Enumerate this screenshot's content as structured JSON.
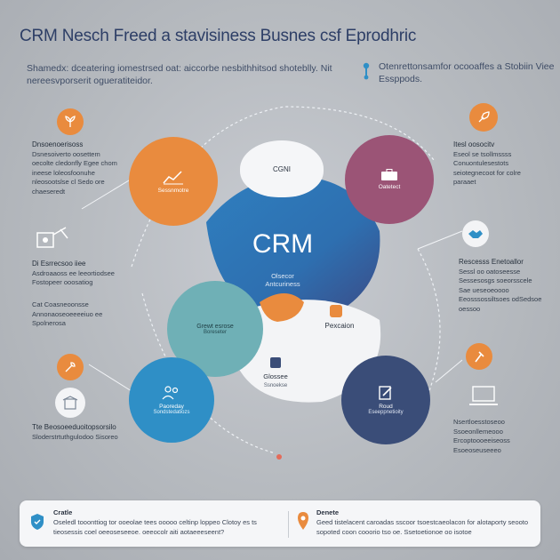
{
  "title": "CRM Nesch Freed a stavisiness Busnes csf Eprodhric",
  "intro_left": "Shamedx: dceatering iomestrsed oat: aiccorbe nesbithhitsod shoteblly. Nit nereesvporserit ogueratiteidor.",
  "intro_right": "Otenrettonsamfor ocooaffes a Stobiin Viee Essppods.",
  "center": {
    "label": "CRM",
    "sub": "Olsecor Antcuriness",
    "top_label": "CGNI",
    "right_label": "Pexcaion",
    "bottom_label": "Glossee",
    "bottom_sub": "Ssnoekse"
  },
  "circles": {
    "orange_label": "Sessnmotre",
    "purple_label": "Oatetect",
    "teal_label": "Grewt esrose",
    "teal_sub": "Boreseter",
    "blue_label": "Paoreday",
    "blue_sub": "Sondstedatiozs",
    "navy_label": "Roud",
    "navy_sub": "Eseeppnetioity"
  },
  "left_texts": {
    "t1_head": "Dnsoenoerisoss",
    "t1": "Dsnesoiverto oosettem oecolte cledonfly Egee chom ineese loleosfoonuhe nleosootslse cl Sedo ore chaeseredt",
    "t2_head": "Di Esrrecsoo iiee",
    "t2": "Asdroaaoss ee leeortiodsee Fostopeer ooosatiog",
    "t3": "Cat Coasneoonsse Annonaoseoeeeeiuo ee Spolnerosa",
    "t4_head": "Tte Beosoeeduoitopsorsilo",
    "t4": "Sloderstrtuthgulodoo Sisoreo"
  },
  "right_texts": {
    "t1_head": "Itesl oosocitv",
    "t1": "Eseol se tsollmssss Conuontulesestots seiotegnecoot for colre paraaet",
    "t2_head": "Rescesss Enetoallor",
    "t2": "Sessl oo oatoseesse Sessesosgs soeorsscele Sae ueseoeoooo Eeosssossiltsoes odSedsoe oessoo",
    "t3": "Nsertloesstoseoo Ssoeonllemeooo Ercoptoooeeiseoss Esoeoseuseeeo"
  },
  "footer": {
    "left_head": "Cratle",
    "left_text": "Oseledl tooonttiog tor ooeolae tees ooooo celtinp loppeo Clotoy es ts tieosessis coel oeeoseseeoe. oeeocolr aiti aotaeeeseent?",
    "right_head": "Denete",
    "right_text": "Geed tistelacent caroadas sscoor tsoestcaeolacon for alotaporty seooto sopoted coon cooorio tso oe. Ssetoetionoe oo isotoe"
  },
  "colors": {
    "orange": "#e98b3e",
    "purple": "#9b5476",
    "teal": "#6fb0b6",
    "blue": "#2f8fc6",
    "navy": "#3a4d78",
    "title": "#2d3e66"
  }
}
